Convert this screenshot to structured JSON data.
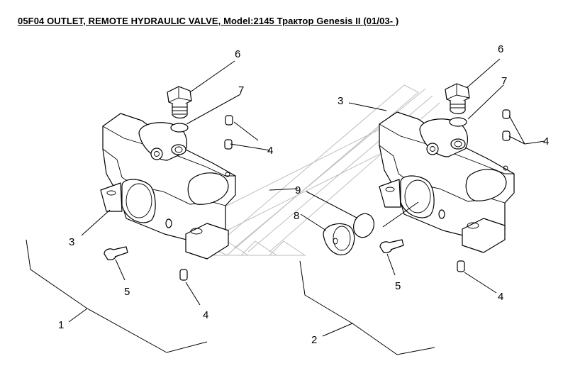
{
  "title": "05F04 OUTLET, REMOTE HYDRAULIC VALVE, Model:2145 Трактор Genesis II (01/03- )",
  "callouts": {
    "c1": "1",
    "c2": "2",
    "c3a": "3",
    "c3b": "3",
    "c4a": "4",
    "c4b": "4",
    "c4c": "4",
    "c4d": "4",
    "c5a": "5",
    "c5b": "5",
    "c6a": "6",
    "c6b": "6",
    "c7a": "7",
    "c7b": "7",
    "c8": "8",
    "c9": "9"
  }
}
